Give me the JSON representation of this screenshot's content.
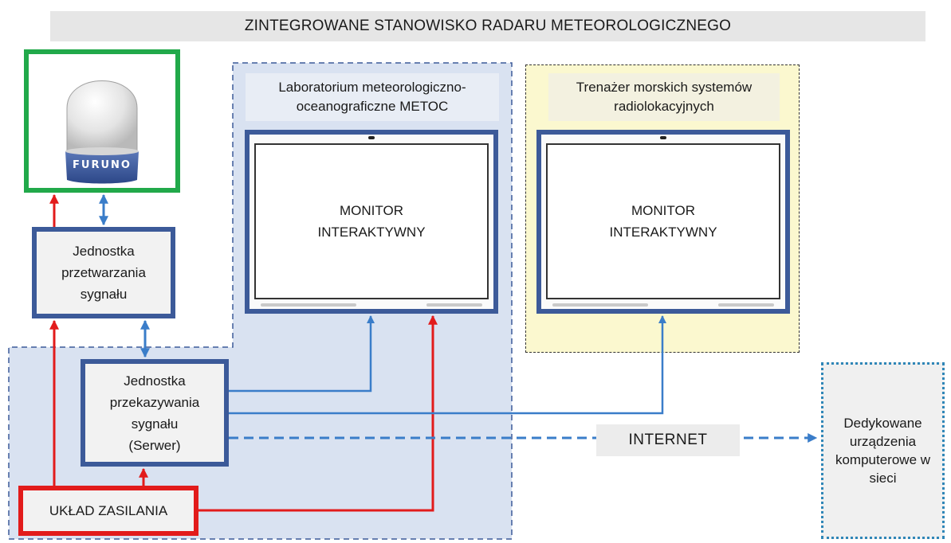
{
  "title": "ZINTEGROWANE STANOWISKO RADARU METEOROLOGICZNEGO",
  "radar": {
    "brand": "FURUNO"
  },
  "blocks": {
    "processing": "Jednostka przetwarzania sygnału",
    "server_line1": "Jednostka",
    "server_line2": "przekazywania",
    "server_line3": "sygnału",
    "server_line4": "(Serwer)",
    "power": "UKŁAD ZASILANIA"
  },
  "zones": {
    "lab": "Laboratorium meteorologiczno-oceanograficzne METOC",
    "trainer": "Trenażer morskich systemów radiolokacyjnych",
    "devices": "Dedykowane urządzenia komputerowe w sieci"
  },
  "monitors": [
    {
      "line1": "MONITOR",
      "line2": "INTERAKTYWNY"
    },
    {
      "line1": "MONITOR",
      "line2": "INTERAKTYWNY"
    }
  ],
  "internet": "INTERNET",
  "colors": {
    "block_border": "#3c5a99",
    "power_line": "#e21b1b",
    "data_line": "#3a7dc9",
    "radar_frame": "#21a94a",
    "lab_zone": "#d9e2f1",
    "trainer_zone": "#fbf8cf",
    "devices_border": "#2f86b7"
  }
}
